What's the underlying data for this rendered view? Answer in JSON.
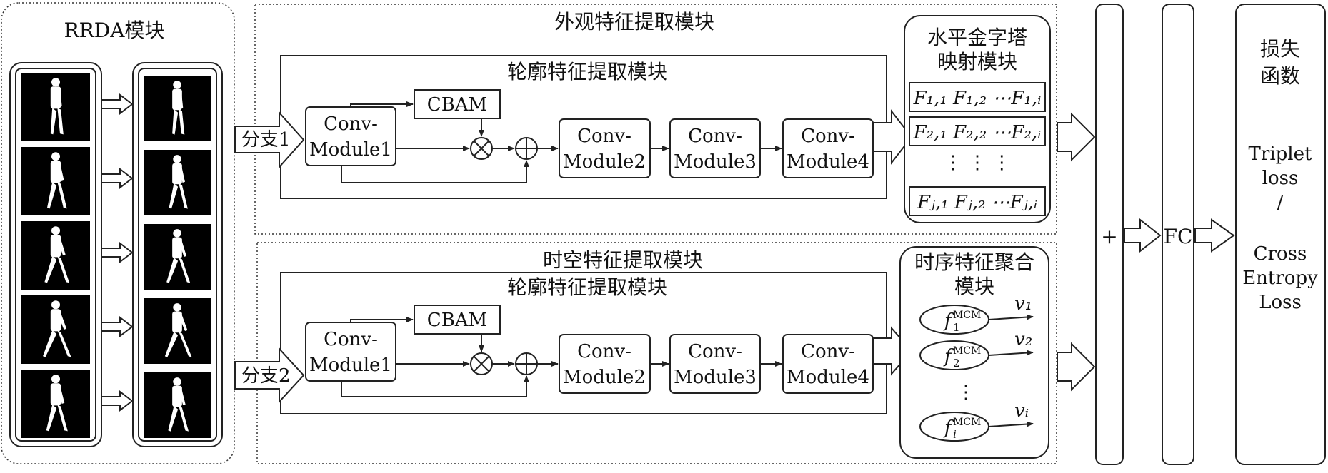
{
  "rrda": {
    "title": "RRDA模块"
  },
  "appearance": {
    "title": "外观特征提取模块",
    "contour_title": "轮廓特征提取模块",
    "branch": "分支1"
  },
  "spatiotemporal": {
    "title": "时空特征提取模块",
    "contour_title": "轮廓特征提取模块",
    "branch": "分支2"
  },
  "modules": {
    "cbam": "CBAM",
    "conv_top": "Conv-",
    "module1": "Module1",
    "module2": "Module2",
    "module3": "Module3",
    "module4": "Module4",
    "otimes": "⊗",
    "oplus": "⊕"
  },
  "hpm": {
    "title_line1": "水平金字塔",
    "title_line2": "映射模块",
    "row1": "F₁,₁ F₁,₂ ⋯F₁,ᵢ",
    "row2": "F₂,₁ F₂,₂ ⋯F₂,ᵢ",
    "dots": "⋮        ⋮        ⋮",
    "row3": "Fⱼ,₁ Fⱼ,₂ ⋯Fⱼ,ᵢ"
  },
  "tfa": {
    "title_line1": "时序特征聚合",
    "title_line2": "模块",
    "f_label": "f",
    "f_sup": "MCM",
    "f_sub": [
      "1",
      "2",
      "i"
    ],
    "v_labels": [
      "v₁",
      "v₂",
      "vᵢ"
    ],
    "dots": "⋮"
  },
  "fusion": {
    "plus": "+"
  },
  "fc": {
    "label": "FC"
  },
  "loss": {
    "title_line1": "损失",
    "title_line2": "函数",
    "triplet_line1": "Triplet",
    "triplet_line2": "loss",
    "slash": "/",
    "ce_line1": "Cross",
    "ce_line2": "Entropy",
    "ce_line3": "Loss"
  }
}
